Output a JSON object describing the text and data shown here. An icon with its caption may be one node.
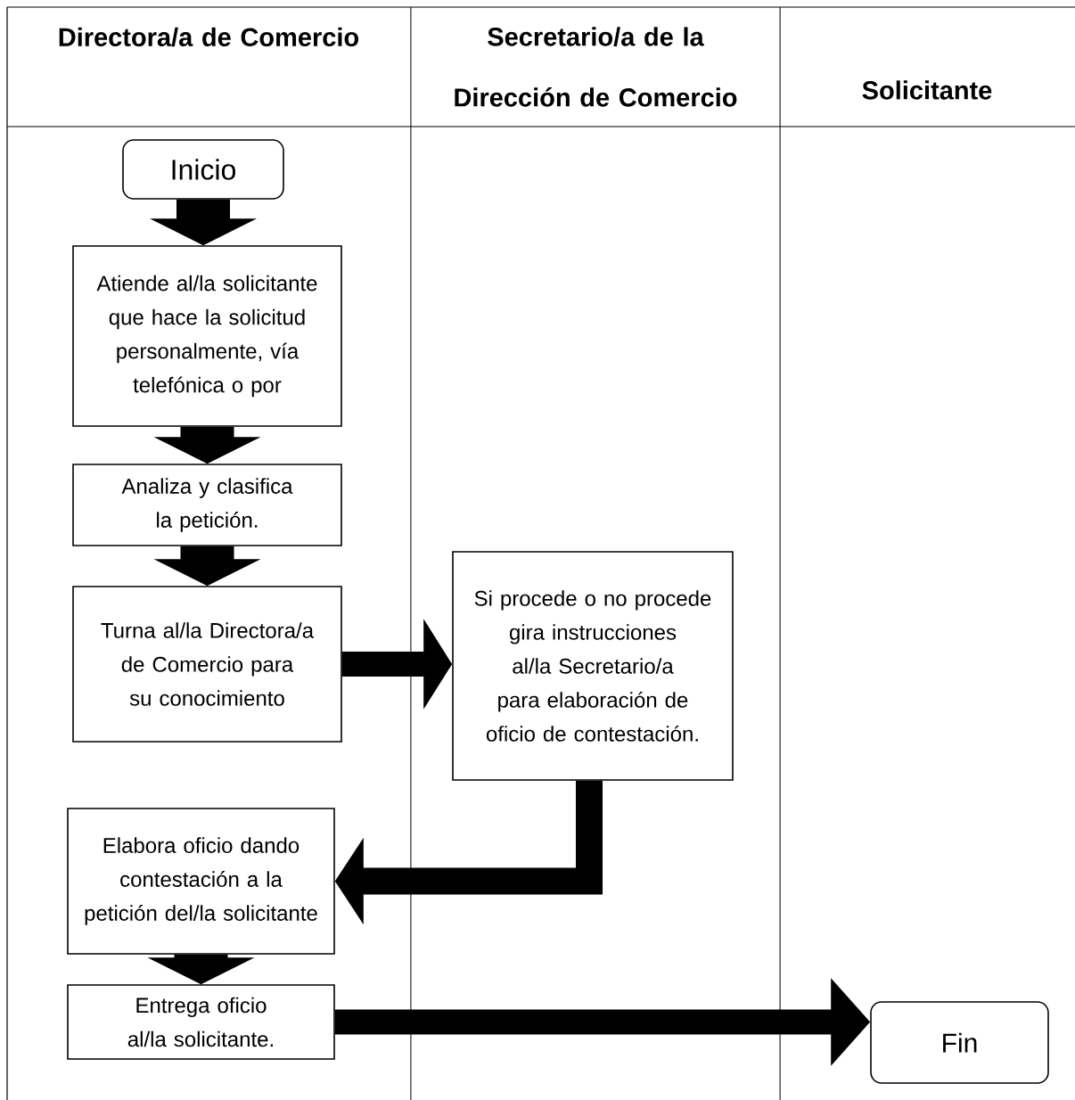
{
  "diagram": {
    "nodes": [
      {
        "text": [
          "Inicio"
        ]
      },
      {
        "text": [
          "Atiende al/la solicitante que hace la solicitud personalmente, vía telefónica o por"
        ]
      },
      {
        "text": [
          "Analiza y clasifica la petición."
        ]
      },
      {
        "text": [
          "Turna al/la Directora/a de Comercio para su conocimiento"
        ]
      },
      {
        "text": [
          "Si procede o no procede gira instrucciones al/la Secretario/a para elaboración de oficio de contestación."
        ]
      },
      {
        "text": [
          "Elabora oficio dando contestación a la petición del/la solicitante"
        ]
      },
      {
        "text": [
          "Entrega oficio al/la solicitante."
        ]
      },
      {
        "text": [
          "Fin"
        ]
      }
    ],
    "edges": [
      {
        "from": 0,
        "to": 1,
        "arrow": "to"
      },
      {
        "from": 1,
        "to": 2,
        "arrow": "to"
      },
      {
        "from": 2,
        "to": 3,
        "arrow": "to"
      },
      {
        "from": 3,
        "to": 4,
        "arrow": "to"
      },
      {
        "from": 4,
        "to": 5,
        "arrow": "to"
      },
      {
        "from": 5,
        "to": 6,
        "arrow": "to"
      },
      {
        "from": 6,
        "to": 7,
        "arrow": "to"
      }
    ],
    "labels": [
      "Directora/a de Comercio",
      "Secretario/a de la Dirección de Comercio",
      "Solicitante"
    ]
  }
}
